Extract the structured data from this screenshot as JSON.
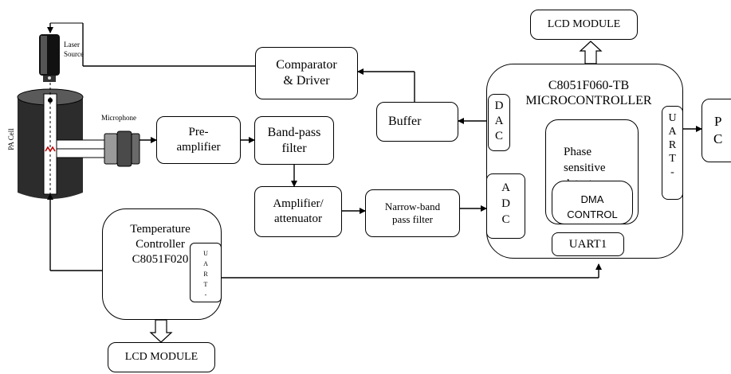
{
  "lcd_top": "LCD MODULE",
  "lcd_bottom": "LCD MODULE",
  "laser_label": "Laser\nSource",
  "pa_cell_label": "PA Cell",
  "microphone_label": "Microphone",
  "comparator": "Comparator\n& Driver",
  "buffer": "Buffer",
  "preamp": "Pre-\namplifier",
  "bandpass": "Band-pass\nfilter",
  "amplifier": "Amplifier/\nattenuator",
  "narrowband": "Narrow-band\npass filter",
  "mcu_title": "C8051F060-TB\nMICROCONTROLLER",
  "dac": "D\nA\nC",
  "adc": "A\nD\nC",
  "psd": "Phase\nsensitive\ndetector",
  "dma": "DMA\nCONTROL",
  "uart0": "U\nA\nR\nT\n-",
  "uart1": "UART1",
  "pc": "P\nC",
  "temp_controller": "Temperature\nController\nC8051F020",
  "temp_uart": "U\nA\nR\nT\n-",
  "colors": {
    "line": "#000000",
    "box_fill": "#ffffff",
    "laser_body": "#111111",
    "pa_cell_body": "#2a2a2a"
  }
}
